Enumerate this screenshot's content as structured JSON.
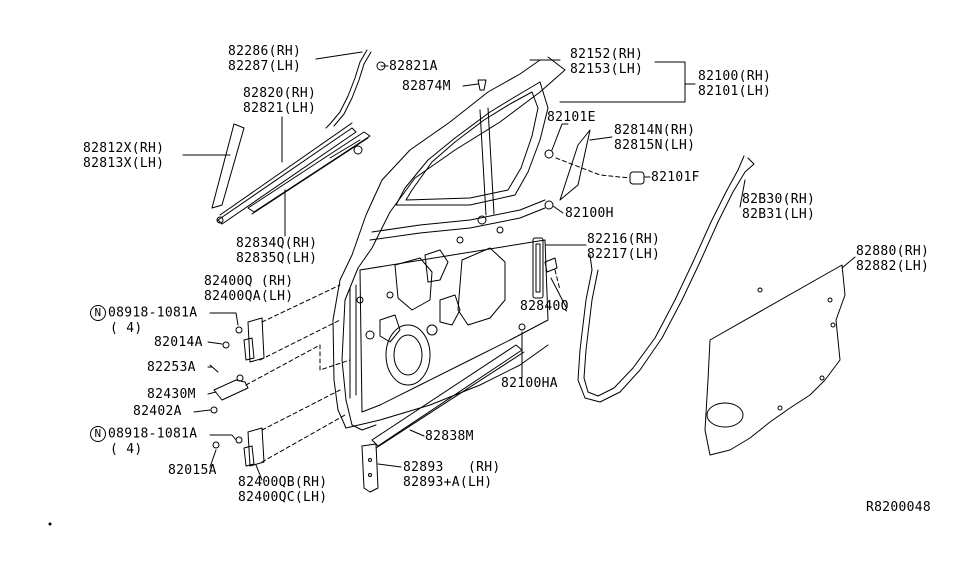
{
  "diagram_code": "R8200048",
  "labels": {
    "glass_run_upper": {
      "l1": "82286(RH)",
      "l2": "82287(LH)"
    },
    "clip_82821A": {
      "l1": "82821A"
    },
    "door_outer_weather": {
      "l1": "82820(RH)",
      "l2": "82821(LH)"
    },
    "sash_cover": {
      "l1": "82812X(RH)",
      "l2": "82813X(LH)"
    },
    "inner_weather": {
      "l1": "82834Q(RH)",
      "l2": "82835Q(LH)"
    },
    "hinge_upper": {
      "l1": "82400Q (RH)",
      "l2": "82400QA(LH)"
    },
    "bolt_upper": {
      "prefix": "N",
      "l1": "08918-1081A",
      "l2": "( 4)"
    },
    "bolt_82014A": {
      "l1": "82014A"
    },
    "bolt_82253A": {
      "l1": "82253A"
    },
    "check_link": {
      "l1": "82430M"
    },
    "bolt_82402A": {
      "l1": "82402A"
    },
    "bolt_lower": {
      "prefix": "N",
      "l1": "08918-1081A",
      "l2": "( 4)"
    },
    "bolt_82015A": {
      "l1": "82015A"
    },
    "hinge_lower": {
      "l1": "82400QB(RH)",
      "l2": "82400QC(LH)"
    },
    "clip_82874M": {
      "l1": "82874M"
    },
    "sash_front": {
      "l1": "82152(RH)",
      "l2": "82153(LH)"
    },
    "door_panel": {
      "l1": "82100(RH)",
      "l2": "82101(LH)"
    },
    "plug_82101E": {
      "l1": "82101E"
    },
    "sash_rear": {
      "l1": "82814N(RH)",
      "l2": "82815N(LH)"
    },
    "plug_82101F": {
      "l1": "82101F"
    },
    "plug_82100H": {
      "l1": "82100H"
    },
    "striker": {
      "l1": "82216(RH)",
      "l2": "82217(LH)"
    },
    "bumper": {
      "l1": "82840Q"
    },
    "plug_82100HA": {
      "l1": "82100HA"
    },
    "protector": {
      "l1": "82838M"
    },
    "bracket": {
      "l1": "82893   (RH)",
      "l2": "82893+A(LH)"
    },
    "weatherstrip": {
      "l1": "82B30(RH)",
      "l2": "82B31(LH)"
    },
    "sealing_screen": {
      "l1": "82880(RH)",
      "l2": "82882(LH)"
    }
  }
}
